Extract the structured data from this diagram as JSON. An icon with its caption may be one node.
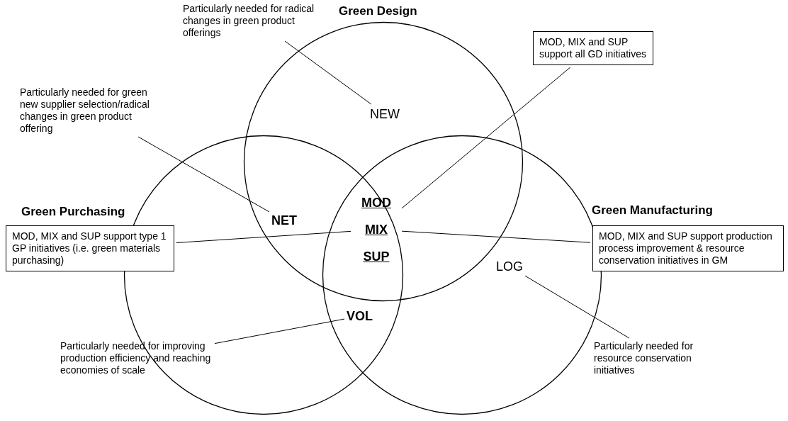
{
  "diagram": {
    "nodes": [
      {
        "text": [
          "Green Design"
        ]
      },
      {
        "text": [
          "Green Purchasing"
        ]
      },
      {
        "text": [
          "Green Manufacturing"
        ]
      },
      {
        "text": [
          "Particularly needed for radical changes in green product offerings"
        ]
      },
      {
        "text": [
          "NEW"
        ],
        "in": 0
      },
      {
        "text": [
          "MOD, MIX and SUP support all GD initiatives"
        ]
      },
      {
        "text": [
          "Particularly needed for green new supplier selection/radical changes in green product offering"
        ]
      },
      {
        "text": [
          "NET"
        ]
      },
      {
        "text": [
          "MOD",
          "MIX",
          "SUP"
        ]
      },
      {
        "text": [
          "MOD, MIX and SUP support type 1 GP initiatives (i.e. green materials purchasing)"
        ]
      },
      {
        "text": [
          "MOD, MIX and SUP support production process improvement & resource conservation initiatives in GM"
        ]
      },
      {
        "text": [
          "LOG"
        ],
        "in": 2
      },
      {
        "text": [
          "VOL"
        ]
      },
      {
        "text": [
          "Particularly needed for improving production efficiency and reaching economies of scale"
        ]
      },
      {
        "text": [
          "Particularly needed for resource conservation initiatives"
        ]
      }
    ],
    "edges": [
      {
        "from": 3,
        "to": 4,
        "arrow": "none"
      },
      {
        "from": 5,
        "to": 8,
        "arrow": "none"
      },
      {
        "from": 6,
        "to": 7,
        "arrow": "none"
      },
      {
        "from": 9,
        "to": 8,
        "arrow": "none"
      },
      {
        "from": 10,
        "to": 8,
        "arrow": "none"
      },
      {
        "from": 11,
        "to": 14,
        "arrow": "none"
      },
      {
        "from": 13,
        "to": 12,
        "arrow": "none"
      }
    ]
  }
}
